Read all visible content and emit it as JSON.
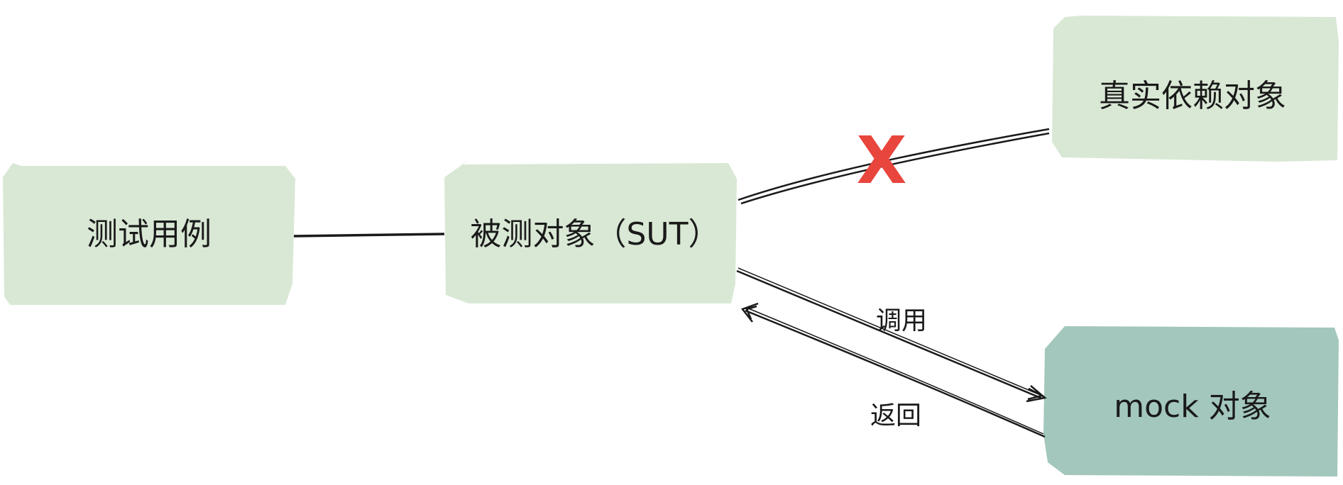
{
  "nodes": {
    "test_case": {
      "label": "测试用例"
    },
    "sut": {
      "label": "被测对象（SUT）"
    },
    "real_dependency": {
      "label": "真实依赖对象"
    },
    "mock_object": {
      "label": "mock 对象"
    }
  },
  "edges": {
    "call_label": "调用",
    "return_label": "返回",
    "blocked_mark": "X"
  },
  "colors": {
    "node_fill": "#d9e8d5",
    "mock_fill": "#a3c7bd",
    "stroke": "#1a1a1a",
    "cross": "#e8453c"
  }
}
